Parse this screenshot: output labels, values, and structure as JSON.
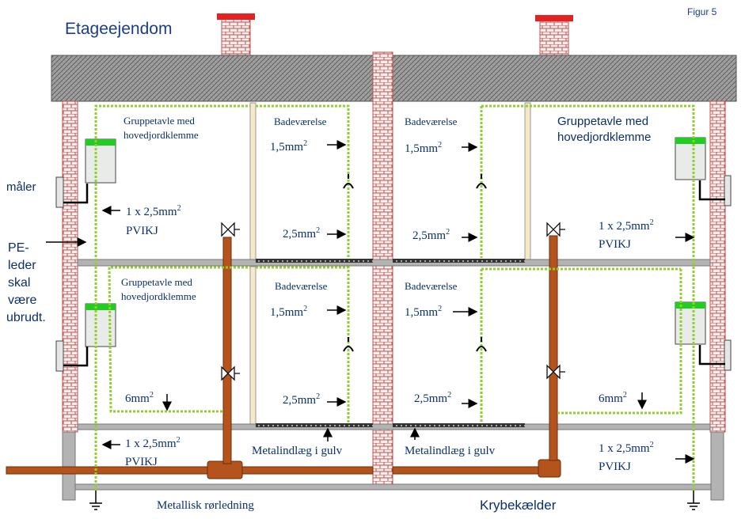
{
  "header": {
    "title": "Etageejendom",
    "figure_label": "Figur 5"
  },
  "colors": {
    "title": "#1a3c8c",
    "label": "#0a2f6b",
    "brick": "#c0504d",
    "brick_fill": "#f8eeee",
    "chimney_cap": "#e52222",
    "roof": "#9c9c9c",
    "pe_wire": "#8fd12a",
    "pipe": "#b5531c",
    "floor": "#b3b3b3",
    "panel_top": "#22cc22",
    "panel": "#e9ebe9",
    "wall": "#f5e9c9"
  },
  "labels": {
    "maler": "måler",
    "pe_note": [
      "PE-",
      "leder",
      "skal",
      "være",
      "ubrudt."
    ],
    "group_panel_left_top": [
      "Gruppetavle med",
      "hovedjordklemme"
    ],
    "group_panel_left_bottom": [
      "Gruppetavle med",
      "hovedjordklemme"
    ],
    "group_panel_right_top": [
      "Gruppetavle med",
      "hovedjordklemme"
    ],
    "bathroom": "Badeværelse",
    "wire_1_5": "1,5mm",
    "wire_2_5": "2,5mm",
    "wire_6": "6mm",
    "sup_2": "2",
    "pvikj_size": "1 x 2,5mm",
    "pvikj": "PVIKJ",
    "metal_insert": "Metalindlæg i gulv",
    "metal_pipe": "Metallisk rørledning",
    "crawl_space": "Krybekælder"
  }
}
